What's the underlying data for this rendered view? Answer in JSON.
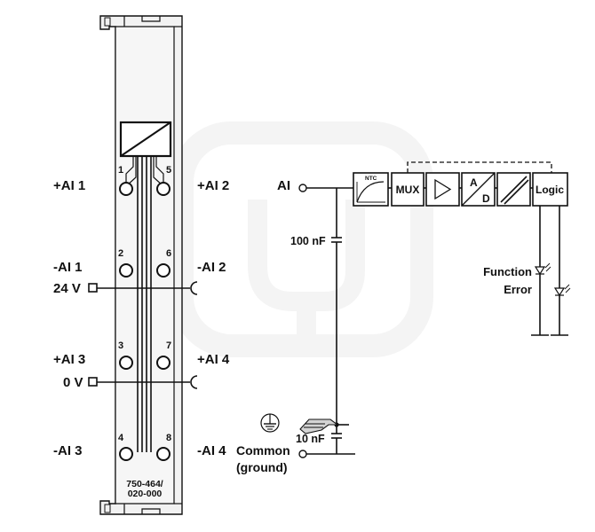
{
  "module": {
    "part_number_line1": "750-464/",
    "part_number_line2": "020-000"
  },
  "terminals": {
    "t1": "1",
    "t2": "2",
    "t3": "3",
    "t4": "4",
    "t5": "5",
    "t6": "6",
    "t7": "7",
    "t8": "8"
  },
  "labels_left": {
    "ai1_plus": "+AI 1",
    "ai1_minus": "-AI 1",
    "v24": "24 V",
    "ai3_plus": "+AI 3",
    "v0": "0 V",
    "ai3_minus": "-AI 3"
  },
  "labels_right": {
    "ai2_plus": "+AI 2",
    "ai2_minus": "-AI 2",
    "ai4_plus": "+AI 4",
    "ai4_minus": "-AI 4"
  },
  "schematic": {
    "ai": "AI",
    "cap1": "100 nF",
    "cap2": "10 nF",
    "common_line1": "Common",
    "common_line2": "(ground)",
    "ntc": "NTC",
    "mux": "MUX",
    "ad_a": "A",
    "ad_d": "D",
    "logic": "Logic",
    "function": "Function",
    "error": "Error"
  },
  "colors": {
    "line": "#111111",
    "module_fill": "#f2f2f2",
    "watermark": "#ececec"
  }
}
